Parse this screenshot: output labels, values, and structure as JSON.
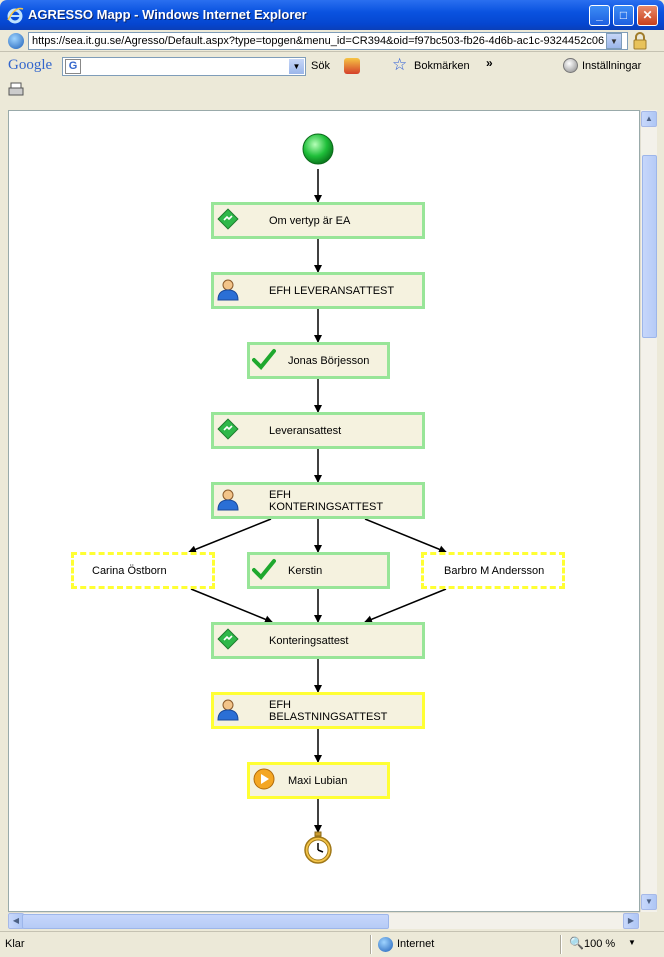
{
  "window": {
    "title": "AGRESSO Mapp - Windows Internet Explorer",
    "url": "https://sea.it.gu.se/Agresso/Default.aspx?type=topgen&menu_id=CR394&oid=f97bc503-fb26-4d6b-ac1c-9324452c06"
  },
  "google_toolbar": {
    "logo": "Google",
    "search_button": "Sök",
    "bookmarks": "Bokmärken",
    "more": "»",
    "settings": "Inställningar"
  },
  "workflow": {
    "nodes": {
      "n1": "Om vertyp är EA",
      "n2": "EFH LEVERANSATTEST",
      "n3": "Jonas Börjesson",
      "n4": "Leveransattest",
      "n5": "EFH\nKONTERINGSATTEST",
      "n6": "Carina Östborn",
      "n7": "Kerstin",
      "n8": "Barbro M Andersson",
      "n9": "Konteringsattest",
      "n10": "EFH\nBELASTNINGSATTEST",
      "n11": "Maxi Lubian"
    },
    "colors": {
      "completed_border": "#98e598",
      "active_border": "#ffff33",
      "node_fill": "#f5f2df",
      "start_green": "#1fbf3a"
    }
  },
  "status": {
    "left": "Klar",
    "zone": "Internet",
    "zoom": "100 %"
  }
}
